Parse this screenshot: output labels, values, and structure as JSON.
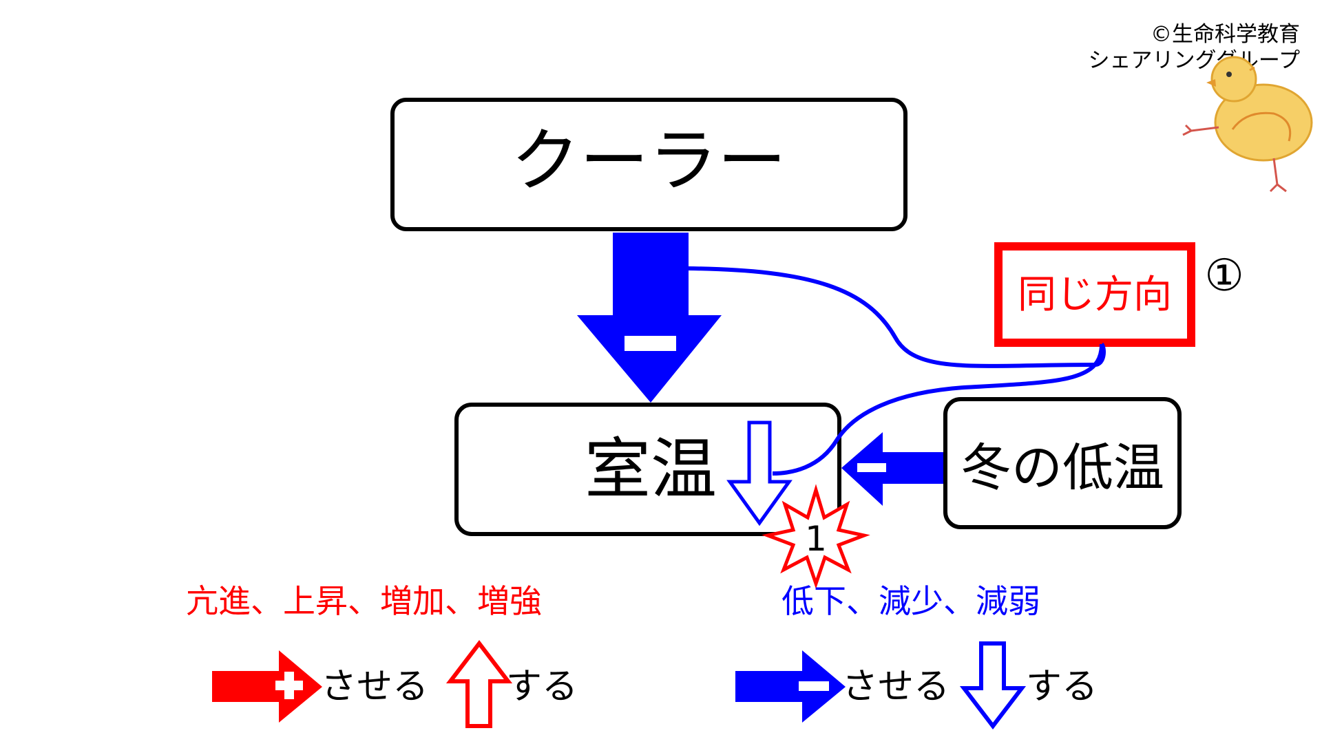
{
  "copyright": {
    "line1": "©生命科学教育",
    "line2": "シェアリンググループ"
  },
  "diagram": {
    "cooler_label": "クーラー",
    "room_temp_label": "室温",
    "winter_label": "冬の低温",
    "same_direction_label": "同じ方向",
    "circled_number": "①",
    "burst_number": "1"
  },
  "legend": {
    "increase_words": "亢進、上昇、増加、増強",
    "decrease_words": "低下、減少、減弱",
    "make_label": "させる",
    "do_label": "する"
  },
  "colors": {
    "blue": "#0000ff",
    "red": "#ff0000",
    "black": "#000000",
    "chick": "#f2b73a"
  }
}
